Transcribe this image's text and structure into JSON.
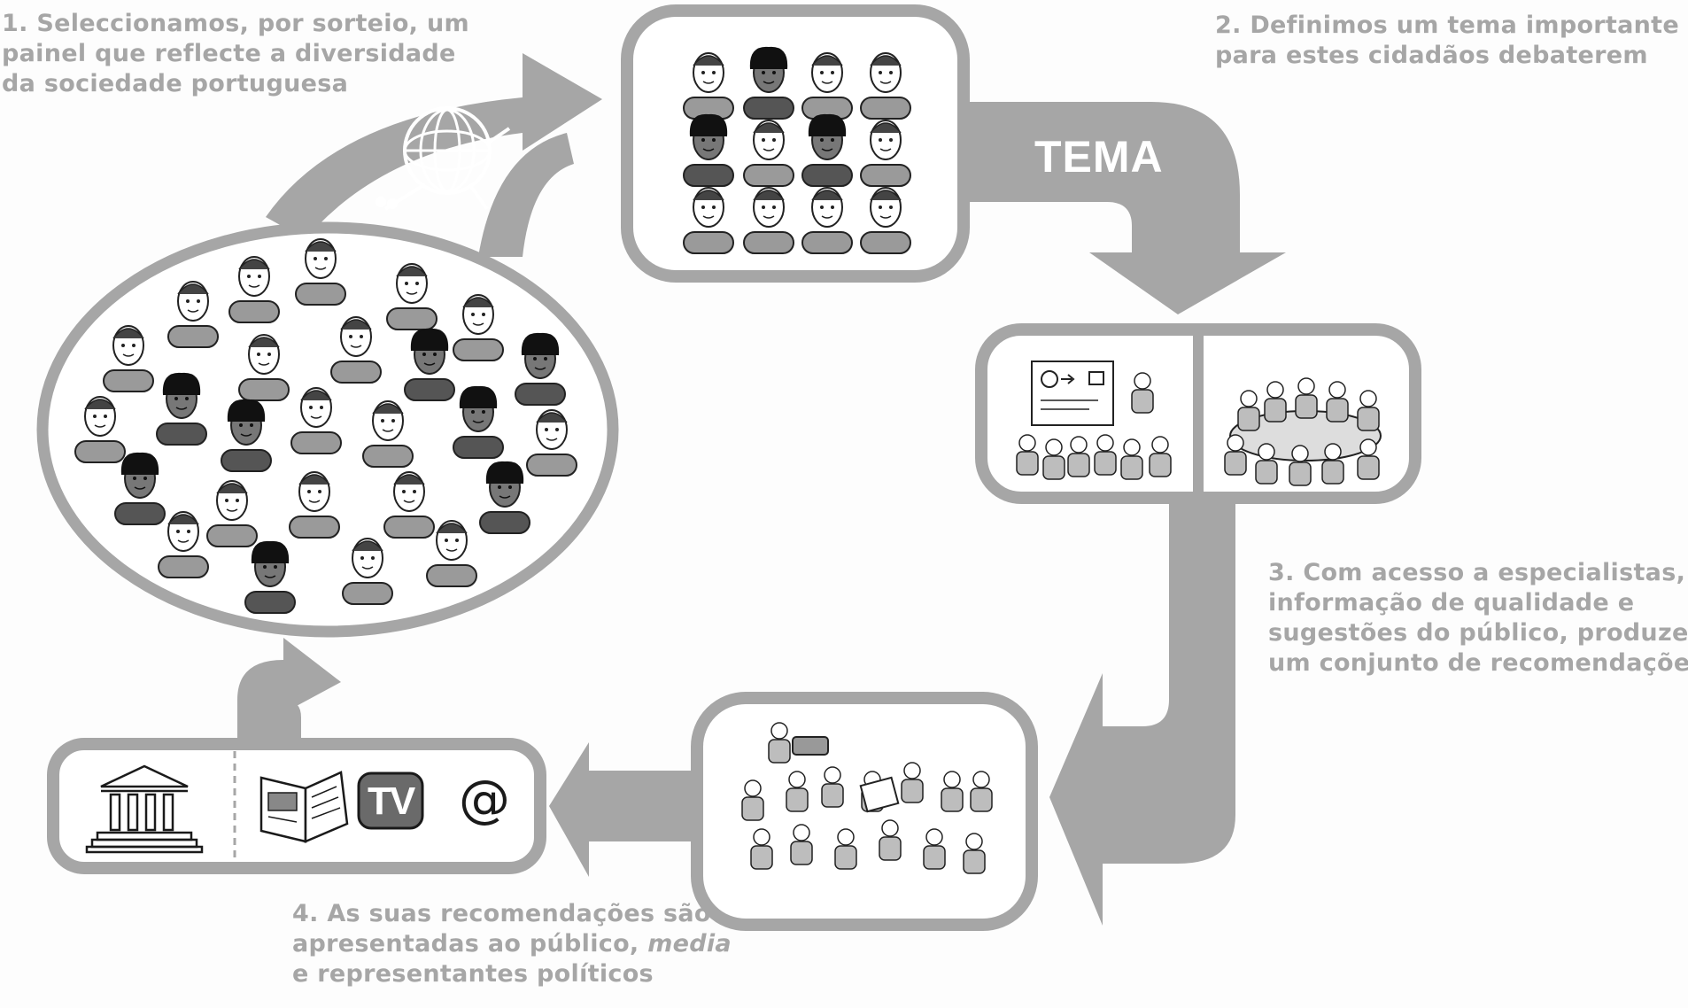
{
  "steps": {
    "step1": {
      "line1": "1. Seleccionamos, por sorteio, um",
      "line2": "painel que reflecte a diversidade",
      "line3": "da sociedade portuguesa"
    },
    "step2": {
      "line1": "2. Definimos um tema importante",
      "line2": "para estes cidadãos debaterem"
    },
    "step3": {
      "line1": "3. Com acesso a especialistas,",
      "line2": "informação de qualidade e",
      "line3": "sugestões do público, produzem",
      "line4": "um conjunto de recomendações"
    },
    "step4": {
      "line1": "4. As suas recomendações são",
      "line2_prefix": "apresentadas ao público, ",
      "line2_italic": "media",
      "line3": "e representantes políticos"
    }
  },
  "arrow_label": "TEMA",
  "media_icons": {
    "tv": "TV",
    "internet": "@"
  },
  "icons": [
    "lottery-drum-icon",
    "parliament-building-icon",
    "newspaper-icon",
    "tv-icon",
    "at-sign-icon"
  ],
  "colors": {
    "arrow_gray": "#a6a6a6",
    "caption_gray": "#a6a6a6",
    "frame_gray": "#a6a6a6",
    "panel_white": "#ffffff"
  }
}
